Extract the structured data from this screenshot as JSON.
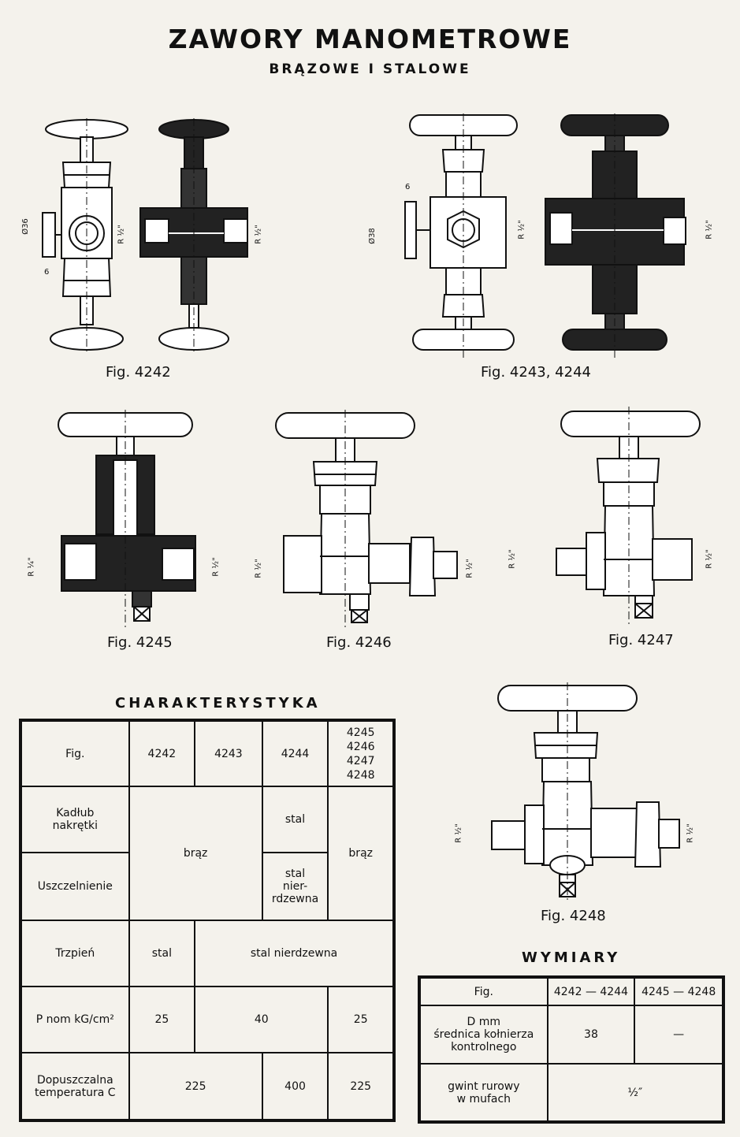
{
  "header": {
    "title": "ZAWORY MANOMETROWE",
    "subtitle": "BRĄZOWE I STALOWE"
  },
  "figures": [
    {
      "caption": "Fig.  4242"
    },
    {
      "caption": "Fig.  4243, 4244"
    },
    {
      "caption": "Fig.  4245"
    },
    {
      "caption": "Fig.  4246"
    },
    {
      "caption": "Fig.  4247"
    },
    {
      "caption": "Fig.  4248"
    }
  ],
  "dims": {
    "d36": "Ø36",
    "d38": "Ø38",
    "six": "6",
    "r12": "R ½\"",
    "r14": "R ¼\""
  },
  "charakterystyka": {
    "title": "CHARAKTERYSTYKA",
    "h_fig": "Fig.",
    "h1": "4242",
    "h2": "4243",
    "h3": "4244",
    "h4": "4245\n4246\n4247\n4248",
    "r1_label": "Kadłub\nnakrętki",
    "braz": "brąz",
    "stal": "stal",
    "braz2": "brąz",
    "r2_label": "Uszczelnienie",
    "stal_nierdzewna_split": "stal\nnier-\nrdzewna",
    "r3_label": "Trzpień",
    "r3_c1": "stal",
    "r3_c2": "stal  nierdzewna",
    "r4_label": "P nom  kG/cm²",
    "r4_c1": "25",
    "r4_c2": "40",
    "r4_c3": "25",
    "r5_label": "Dopuszczalna\ntemperatura C",
    "r5_c1": "225",
    "r5_c2": "400",
    "r5_c3": "225"
  },
  "wymiary": {
    "title": "WYMIARY",
    "h_fig": "Fig.",
    "h1": "4242 — 4244",
    "h2": "4245 — 4248",
    "r1_label": "D mm\nśrednica kołnierza\nkontrolnego",
    "r1_c1": "38",
    "r1_c2": "—",
    "r2_label": "gwint rurowy\nw mufach",
    "r2_c1": "½″"
  }
}
